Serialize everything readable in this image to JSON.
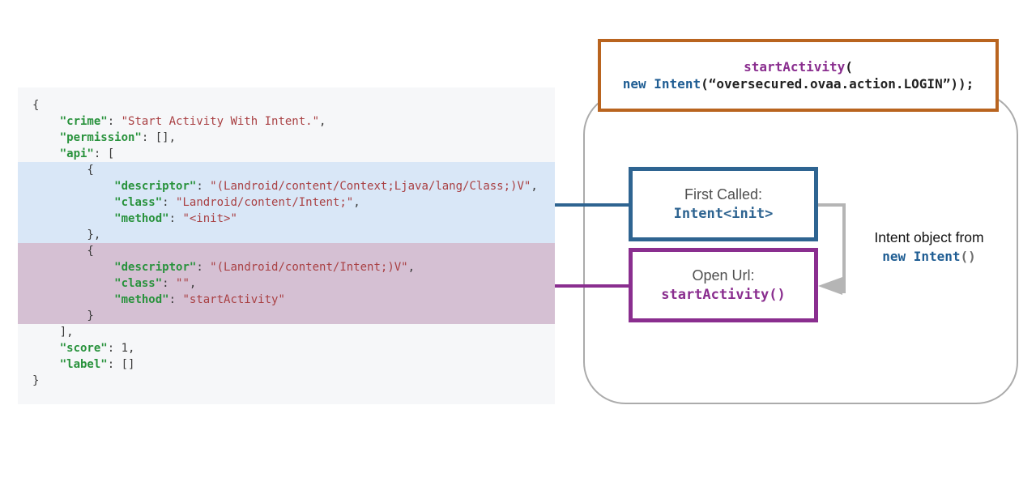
{
  "colors": {
    "key_green": "#28923c",
    "string_red": "#a94043",
    "punct_dark": "#3b3b3b",
    "code_bg": "#f6f7f9",
    "highlight_blue": "#d9e7f7",
    "highlight_pink": "#d5c0d3",
    "node_blue": "#2e6491",
    "node_purple": "#8a2e8f",
    "snippet_orange": "#b9641f",
    "connector_gray": "#b5b5b5"
  },
  "code_block": {
    "lines": [
      {
        "h": null,
        "tokens": [
          {
            "c": "p",
            "v": "{"
          }
        ]
      },
      {
        "h": null,
        "tokens": [
          {
            "c": "p",
            "v": "    "
          },
          {
            "c": "k",
            "v": "\"crime\""
          },
          {
            "c": "p",
            "v": ": "
          },
          {
            "c": "s",
            "v": "\"Start Activity With Intent.\""
          },
          {
            "c": "p",
            "v": ","
          }
        ]
      },
      {
        "h": null,
        "tokens": [
          {
            "c": "p",
            "v": "    "
          },
          {
            "c": "k",
            "v": "\"permission\""
          },
          {
            "c": "p",
            "v": ": [],"
          }
        ]
      },
      {
        "h": null,
        "tokens": [
          {
            "c": "p",
            "v": "    "
          },
          {
            "c": "k",
            "v": "\"api\""
          },
          {
            "c": "p",
            "v": ": ["
          }
        ]
      },
      {
        "h": "blue",
        "tokens": [
          {
            "c": "p",
            "v": "        {"
          }
        ]
      },
      {
        "h": "blue",
        "tokens": [
          {
            "c": "p",
            "v": "            "
          },
          {
            "c": "k",
            "v": "\"descriptor\""
          },
          {
            "c": "p",
            "v": ": "
          },
          {
            "c": "s",
            "v": "\"(Landroid/content/Context;Ljava/lang/Class;)V\""
          },
          {
            "c": "p",
            "v": ","
          }
        ]
      },
      {
        "h": "blue",
        "tokens": [
          {
            "c": "p",
            "v": "            "
          },
          {
            "c": "k",
            "v": "\"class\""
          },
          {
            "c": "p",
            "v": ": "
          },
          {
            "c": "s",
            "v": "\"Landroid/content/Intent;\""
          },
          {
            "c": "p",
            "v": ","
          }
        ]
      },
      {
        "h": "blue",
        "tokens": [
          {
            "c": "p",
            "v": "            "
          },
          {
            "c": "k",
            "v": "\"method\""
          },
          {
            "c": "p",
            "v": ": "
          },
          {
            "c": "s",
            "v": "\"<init>\""
          }
        ]
      },
      {
        "h": "blue",
        "tokens": [
          {
            "c": "p",
            "v": "        },"
          }
        ]
      },
      {
        "h": "pink",
        "tokens": [
          {
            "c": "p",
            "v": "        {"
          }
        ]
      },
      {
        "h": "pink",
        "tokens": [
          {
            "c": "p",
            "v": "            "
          },
          {
            "c": "k",
            "v": "\"descriptor\""
          },
          {
            "c": "p",
            "v": ": "
          },
          {
            "c": "s",
            "v": "\"(Landroid/content/Intent;)V\""
          },
          {
            "c": "p",
            "v": ","
          }
        ]
      },
      {
        "h": "pink",
        "tokens": [
          {
            "c": "p",
            "v": "            "
          },
          {
            "c": "k",
            "v": "\"class\""
          },
          {
            "c": "p",
            "v": ": "
          },
          {
            "c": "s",
            "v": "\"\""
          },
          {
            "c": "p",
            "v": ","
          }
        ]
      },
      {
        "h": "pink",
        "tokens": [
          {
            "c": "p",
            "v": "            "
          },
          {
            "c": "k",
            "v": "\"method\""
          },
          {
            "c": "p",
            "v": ": "
          },
          {
            "c": "s",
            "v": "\"startActivity\""
          }
        ]
      },
      {
        "h": "pink",
        "tokens": [
          {
            "c": "p",
            "v": "        }"
          }
        ]
      },
      {
        "h": null,
        "tokens": [
          {
            "c": "p",
            "v": "    ],"
          }
        ]
      },
      {
        "h": null,
        "tokens": [
          {
            "c": "p",
            "v": "    "
          },
          {
            "c": "k",
            "v": "\"score\""
          },
          {
            "c": "p",
            "v": ": "
          },
          {
            "c": "n",
            "v": "1"
          },
          {
            "c": "p",
            "v": ","
          }
        ]
      },
      {
        "h": null,
        "tokens": [
          {
            "c": "p",
            "v": "    "
          },
          {
            "c": "k",
            "v": "\"label\""
          },
          {
            "c": "p",
            "v": ": []"
          }
        ]
      },
      {
        "h": null,
        "tokens": [
          {
            "c": "p",
            "v": "}"
          }
        ]
      }
    ]
  },
  "snippet_box": {
    "line1": [
      {
        "c": "purple-b",
        "v": "startActivity"
      },
      {
        "c": "dark",
        "v": "("
      }
    ],
    "line2": [
      {
        "c": "blue-b",
        "v": "new Intent"
      },
      {
        "c": "dark",
        "v": "(“oversecured.ovaa.action.LOGIN”));"
      }
    ]
  },
  "first_called_box": {
    "label": "First Called:",
    "code": "Intent<init>"
  },
  "open_url_box": {
    "label": "Open Url:",
    "code": "startActivity()"
  },
  "side_note": {
    "line1": "Intent object from",
    "line2": [
      {
        "c": "blue-b",
        "v": "new Intent"
      },
      {
        "c": "gray",
        "v": "()"
      }
    ]
  }
}
